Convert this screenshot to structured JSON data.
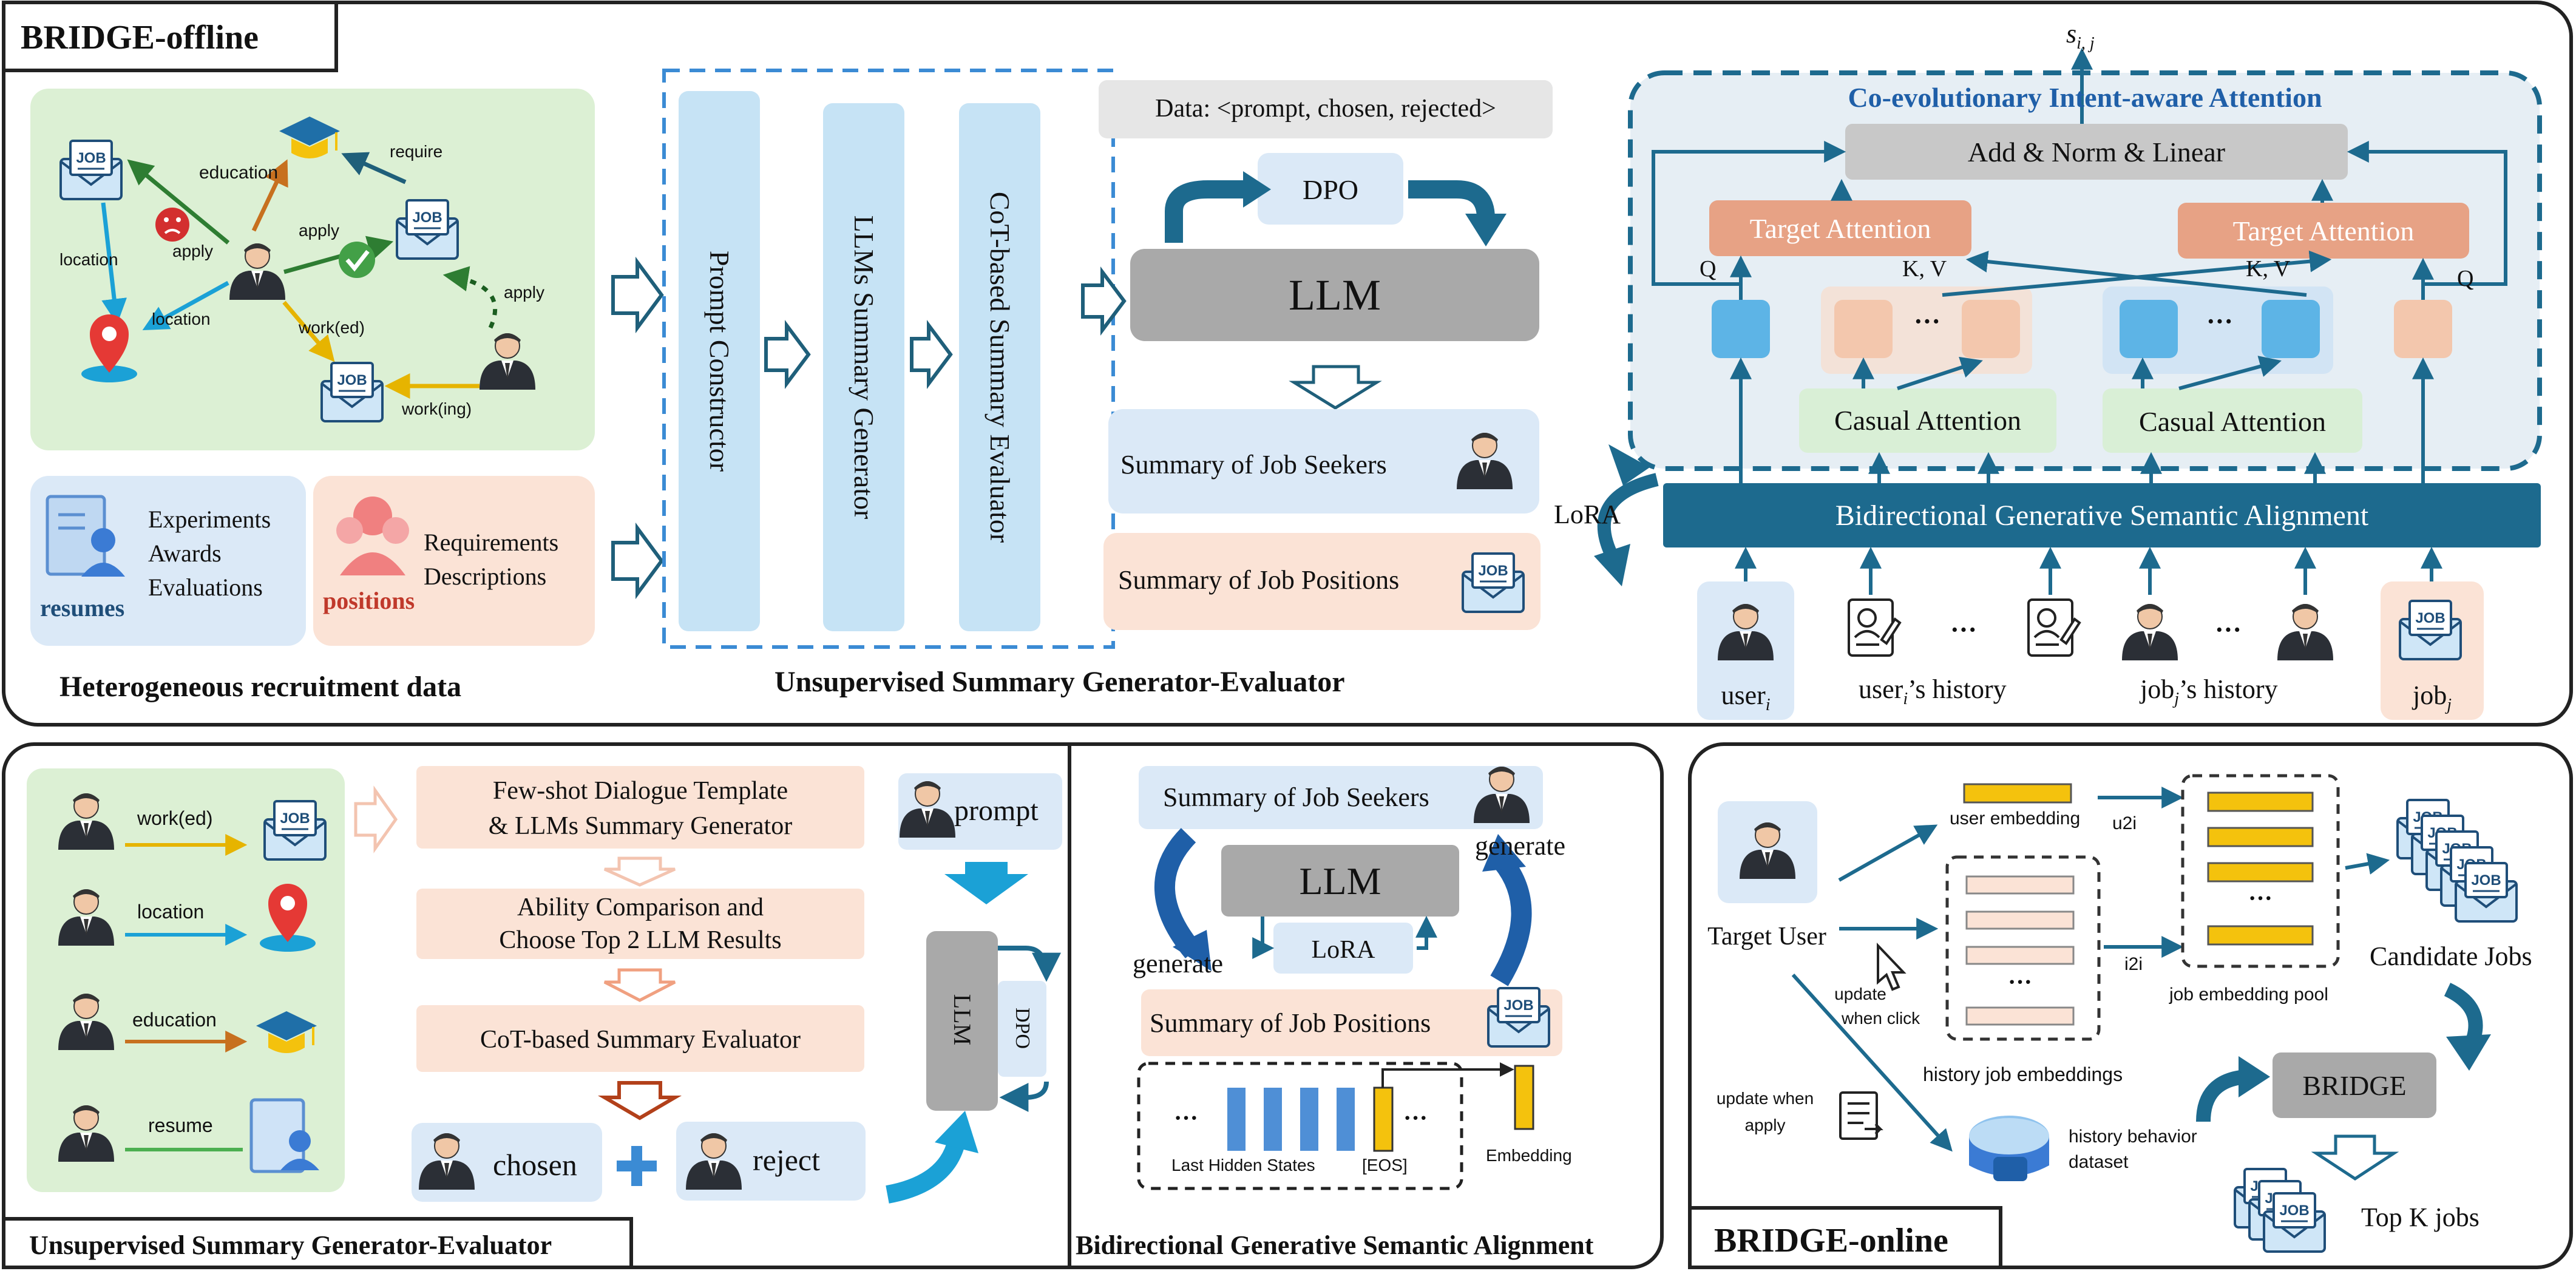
{
  "offline": {
    "title": "BRIDGE-offline",
    "hetero": {
      "caption": "Heterogeneous recruitment data",
      "edges": {
        "education": "education",
        "require": "require",
        "apply1": "apply",
        "apply2": "apply",
        "apply3": "apply",
        "location1": "location",
        "location2": "location",
        "worked": "work(ed)",
        "working": "work(ing)"
      },
      "resumes": {
        "items": [
          "Experiments",
          "Awards",
          "Evaluations"
        ],
        "label": "resumes"
      },
      "positions": {
        "items": [
          "Requirements",
          "Descriptions"
        ],
        "label": "positions"
      },
      "job_icon_text": "JOB"
    },
    "gen_eval": {
      "caption": "Unsupervised Summary Generator-Evaluator",
      "columns": [
        "Prompt Constructor",
        "LLMs Summary Generator",
        "CoT-based Summary Evaluator"
      ],
      "data_label": "Data:  <prompt, chosen, rejected>",
      "dpo": "DPO",
      "llm": "LLM",
      "summary_seekers": "Summary of Job Seekers",
      "summary_positions": "Summary of Job Positions"
    },
    "lora": "LoRA",
    "attention": {
      "title": "Co-evolutionary Intent-aware Attention",
      "output": "s",
      "output_sub": "i, j",
      "add_norm": "Add & Norm & Linear",
      "target_left": "Target Attention",
      "target_right": "Target Attention",
      "causal_left": "Casual Attention",
      "causal_right": "Casual Attention",
      "q_left": "Q",
      "q_right": "Q",
      "kv_left": "K, V",
      "kv_right": "K, V",
      "dots": "···",
      "bgsa": "Bidirectional Generative Semantic Alignment",
      "inputs": {
        "user": "user",
        "user_sub": "i",
        "user_hist": "user",
        "user_hist_sub": "i",
        "user_hist_suffix": "’s history",
        "job_hist": "job",
        "job_hist_sub": "j",
        "job_hist_suffix": "’s history",
        "job": "job",
        "job_sub": "j",
        "dots": "···"
      }
    }
  },
  "bottom_left": {
    "caption": "Unsupervised Summary Generator-Evaluator",
    "edges": [
      "work(ed)",
      "location",
      "education",
      "resume"
    ],
    "steps": [
      "Few-shot Dialogue Template",
      "& LLMs Summary Generator",
      "Ability Comparison and",
      "Choose Top 2 LLM Results",
      "CoT-based Summary Evaluator"
    ],
    "prompt": "prompt",
    "llm": "LLM",
    "dpo": "DPO",
    "chosen": "chosen",
    "reject": "reject"
  },
  "bottom_mid": {
    "caption": "Bidirectional Generative Semantic Alignment",
    "summary_seekers": "Summary of Job Seekers",
    "llm": "LLM",
    "lora": "LoRA",
    "generate_left": "generate",
    "generate_right": "generate",
    "summary_positions": "Summary of Job Positions",
    "hidden_states": "Last Hidden States",
    "eos": "[EOS]",
    "embedding": "Embedding",
    "dots": "···"
  },
  "online": {
    "title": "BRIDGE-online",
    "target_user": "Target User",
    "user_embedding": "user embedding",
    "u2i": "u2i",
    "i2i": "i2i",
    "history_job_embeddings": "history job embeddings",
    "job_embedding_pool": "job embedding pool",
    "candidate_jobs": "Candidate Jobs",
    "update_click": [
      "update",
      "when click"
    ],
    "update_apply": [
      "update when",
      "apply"
    ],
    "history_dataset": [
      "history behavior",
      "dataset"
    ],
    "bridge": "BRIDGE",
    "top_k": "Top K jobs",
    "dots": "···"
  },
  "colors": {
    "green_panel": "#dcf0d4",
    "blue_panel": "#dbe9f7",
    "peach_panel": "#fbe3d6",
    "column_blue": "#c6e3f5",
    "dark_teal": "#1d6a8e",
    "target_attn": "#e7a285",
    "causal_attn": "#d9efd6",
    "gray_block": "#b3b3b3",
    "accent_red": "#c0392b",
    "gold": "#f4c20d",
    "bar_blue": "#4f8fd6"
  }
}
